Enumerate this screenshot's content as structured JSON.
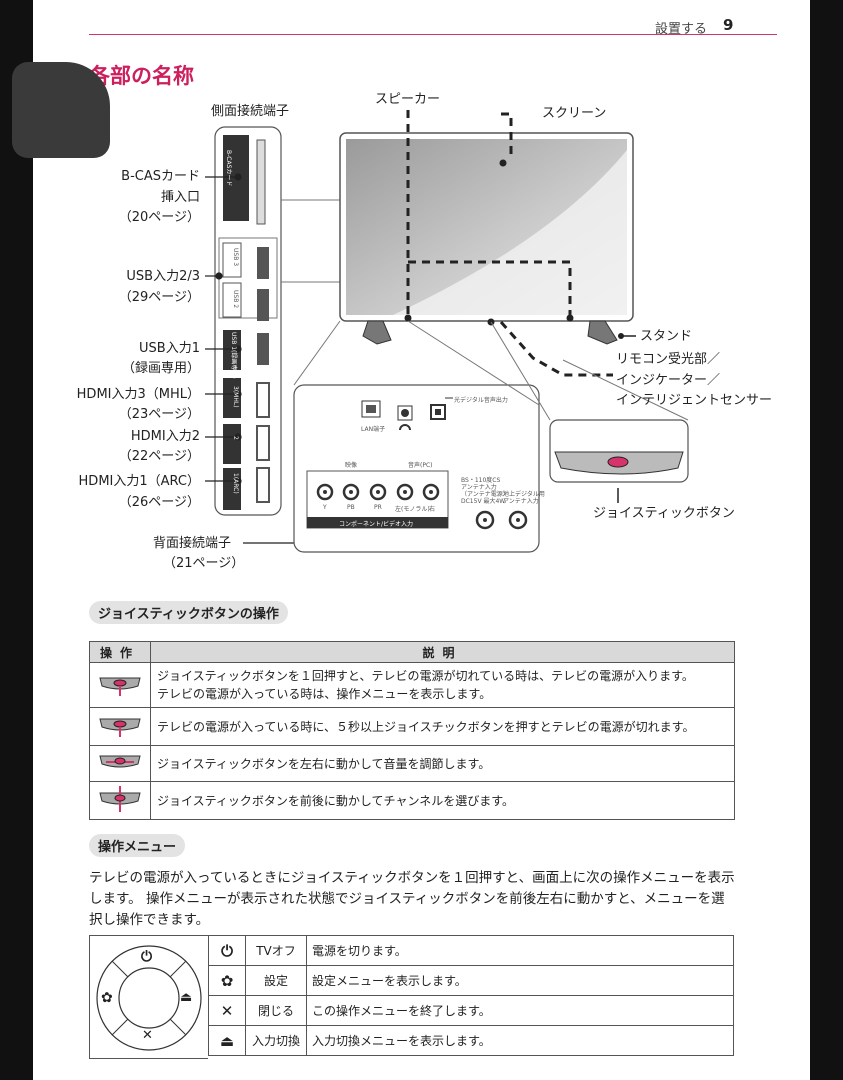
{
  "header": {
    "section": "設置する",
    "page_number": "9"
  },
  "title": "各部の名称",
  "diagram": {
    "side_terminals_label": "側面接続端子",
    "speaker_label": "スピーカー",
    "screen_label": "スクリーン",
    "stand_label": "スタンド",
    "sensor_label_1": "リモコン受光部／",
    "sensor_label_2": "インジケーター／",
    "sensor_label_3": "インテリジェントセンサー",
    "joystick_label": "ジョイスティックボタン",
    "bcas_1": "B-CASカード",
    "bcas_2": "挿入口",
    "bcas_3": "（20ページ）",
    "usb23_1": "USB入力2/3",
    "usb23_2": "（29ページ）",
    "usb1_1": "USB入力1",
    "usb1_2": "（録画専用）",
    "hdmi3_1": "HDMI入力3（MHL）",
    "hdmi3_2": "（23ページ）",
    "hdmi2_1": "HDMI入力2",
    "hdmi2_2": "（22ページ）",
    "hdmi1_1": "HDMI入力1（ARC）",
    "hdmi1_2": "（26ページ）",
    "rear_1": "背面接続端子",
    "rear_2": "（21ページ）",
    "port_bcas": "B-CASカード",
    "port_usb3": "USB 3",
    "port_usb2": "USB 2",
    "port_usb1": "USB 1(録画専用)",
    "port_hdmi3": "3(MHL)",
    "port_hdmi2": "2",
    "port_hdmi1": "1(ARC)",
    "rear_lan": "LAN端子",
    "rear_optical": "光デジタル音声出力",
    "rear_video": "映像",
    "rear_audio": "音声(PC)",
    "rear_y": "Y",
    "rear_pb": "PB",
    "rear_pr": "PR",
    "rear_lmono": "左(モノラル)",
    "rear_r": "右",
    "rear_component": "コンポーネント/ビデオ入力",
    "rear_bs_1": "BS・110度CS",
    "rear_bs_2": "アンテナ入力",
    "rear_bs_3": "（アンテナ電源）",
    "rear_bs_4": "DC15V 最大4W",
    "rear_ter_1": "地上デジタル用",
    "rear_ter_2": "アンテナ入力"
  },
  "joystick_section": {
    "heading": "ジョイスティックボタンの操作",
    "col_op": "操作",
    "col_desc": "説明",
    "rows": [
      {
        "line1": "ジョイスティックボタンを１回押すと、テレビの電源が切れている時は、テレビの電源が入ります。",
        "line2": "テレビの電源が入っている時は、操作メニューを表示します。"
      },
      {
        "line1": "テレビの電源が入っている時に、５秒以上ジョイスチックボタンを押すとテレビの電源が切れます。"
      },
      {
        "line1": "ジョイスティックボタンを左右に動かして音量を調節します。"
      },
      {
        "line1": "ジョイスティックボタンを前後に動かしてチャンネルを選びます。"
      }
    ]
  },
  "menu_section": {
    "heading": "操作メニュー",
    "para_1": "テレビの電源が入っているときにジョイスティックボタンを１回押すと、画面上に次の操作メニューを表示",
    "para_2": "します。 操作メニューが表示された状態でジョイスティックボタンを前後左右に動かすと、メニューを選",
    "para_3": "択し操作できます。",
    "items": [
      {
        "icon": "power-icon",
        "glyph": "⏻",
        "name": "TVオフ",
        "desc": "電源を切ります。"
      },
      {
        "icon": "gear-icon",
        "glyph": "✿",
        "name": "設定",
        "desc": "設定メニューを表示します。"
      },
      {
        "icon": "close-icon",
        "glyph": "✕",
        "name": "閉じる",
        "desc": "この操作メニューを終了します。"
      },
      {
        "icon": "input-icon",
        "glyph": "⏏",
        "name": "入力切換",
        "desc": "入力切換メニューを表示します。"
      }
    ]
  }
}
